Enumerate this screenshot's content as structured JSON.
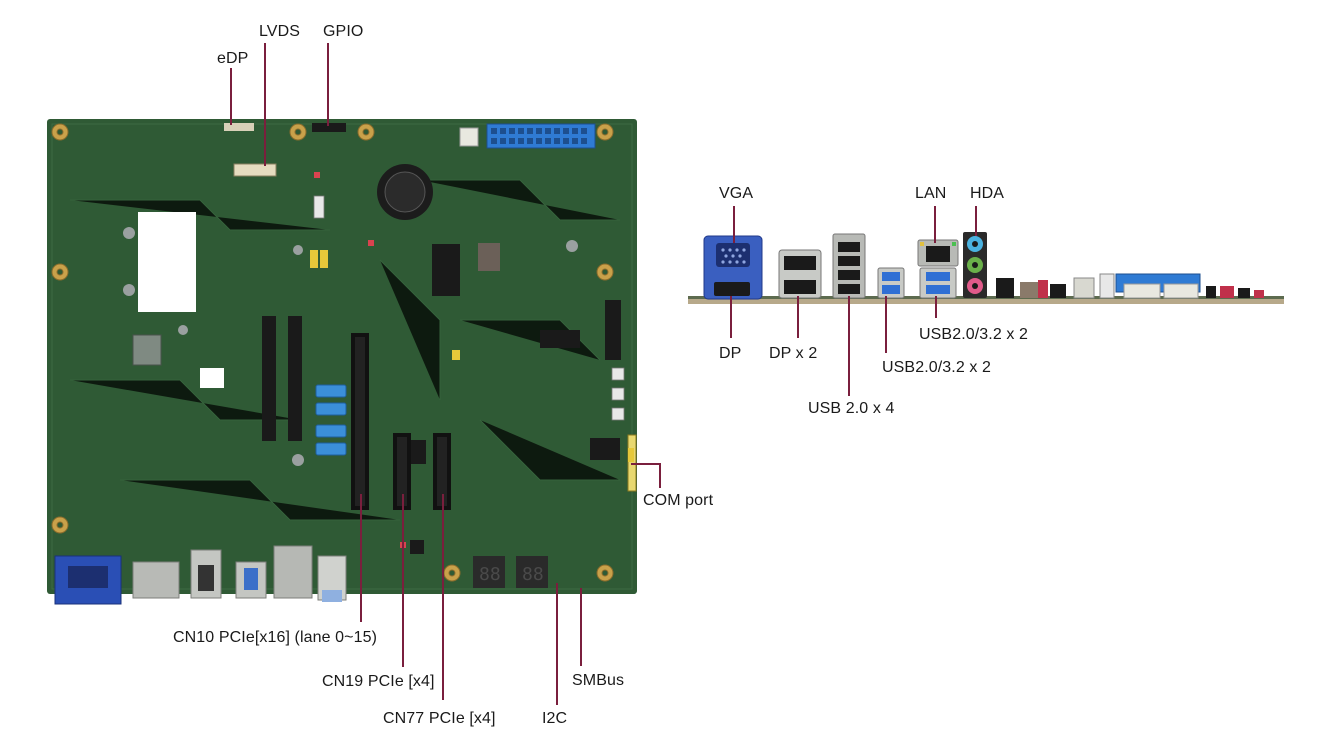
{
  "labels": {
    "edp": "eDP",
    "lvds": "LVDS",
    "gpio": "GPIO",
    "com_port": "COM port",
    "cn10": "CN10 PCIe[x16] (lane 0~15)",
    "cn19": "CN19 PCIe [x4]",
    "cn77": "CN77 PCIe [x4]",
    "i2c": "I2C",
    "smbus": "SMBus",
    "vga": "VGA",
    "lan": "LAN",
    "hda": "HDA",
    "dp": "DP",
    "dp_x2": "DP x 2",
    "usb20_x4": "USB 2.0 x 4",
    "usb_32_x2_a": "USB2.0/3.2  x 2",
    "usb_32_x2_b": "USB2.0/3.2  x 2"
  },
  "colors": {
    "leader_line": "#7a1f3d",
    "pcb_green": "#2f5a35",
    "pcb_trace": "#3d6b42",
    "sata_blue": "#3b8fd9",
    "vga_blue": "#2a4fb5",
    "io_shield_blue": "#4a8ad6",
    "gold": "#c9a14a"
  },
  "icons": [
    "motherboard-top-view",
    "rear-io-side-view"
  ]
}
